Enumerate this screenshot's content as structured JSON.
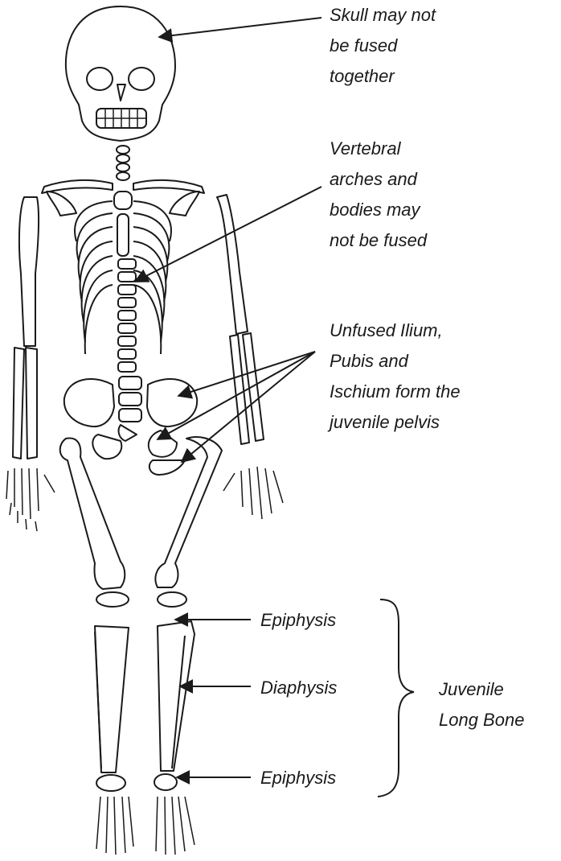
{
  "annotations": {
    "skull": [
      "Skull may not",
      "be fused",
      "together"
    ],
    "vertebral": [
      "Vertebral",
      "arches and",
      "bodies may",
      "not be fused"
    ],
    "pelvis": [
      "Unfused Ilium,",
      "Pubis and",
      "Ischium form the",
      "juvenile pelvis"
    ],
    "epiphysis_top": "Epiphysis",
    "diaphysis": "Diaphysis",
    "epiphysis_bottom": "Epiphysis",
    "long_bone": [
      "Juvenile",
      "Long Bone"
    ]
  }
}
